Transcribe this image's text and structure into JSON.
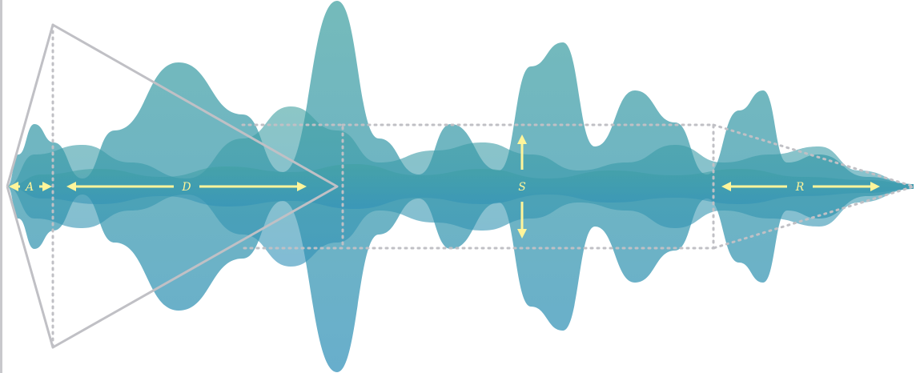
{
  "colors": {
    "background": "#ffffff",
    "waveform_top": "#3fa0a0",
    "waveform_bottom": "#2e8fb8",
    "envelope_outline": "#c0c0c5",
    "sustain_dotted": "#c0c0c5",
    "annotation": "#fff59a",
    "frame_edge": "#c8c8cc"
  },
  "labels": {
    "attack": "A",
    "decay": "D",
    "sustain": "S",
    "release": "R"
  }
}
